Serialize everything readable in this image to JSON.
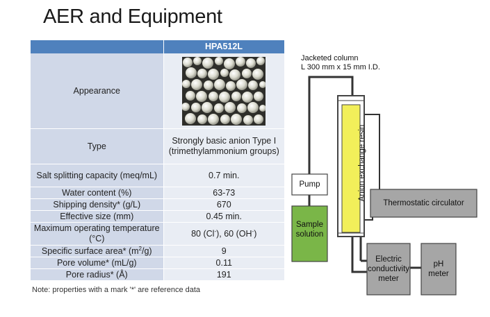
{
  "title": "AER and Equipment",
  "table": {
    "header": {
      "label": "",
      "product": "HPA512L"
    },
    "rows": {
      "appearance": {
        "label": "Appearance",
        "image": "resin-beads-photo"
      },
      "type": {
        "label": "Type",
        "value": "Strongly basic anion Type I (trimethylammonium groups)"
      },
      "salt_splitting": {
        "label": "Salt splitting capacity (meq/mL)",
        "value": "0.7 min."
      },
      "water_content": {
        "label": "Water content (%)",
        "value": "63-73"
      },
      "shipping_density": {
        "label": "Shipping density* (g/L)",
        "value": "670"
      },
      "effective_size": {
        "label": "Effective size (mm)",
        "value": "0.45 min."
      },
      "max_temp": {
        "label": "Maximum operating temperature (°C)",
        "value_parts": [
          "80 (Cl",
          "-",
          "), 60 (OH",
          "-",
          ")"
        ]
      },
      "surface_area": {
        "label_parts": [
          "Specific surface area* (m",
          "2",
          "/g)"
        ],
        "value": "9"
      },
      "pore_volume": {
        "label": "Pore volume* (mL/g)",
        "value": "0.11"
      },
      "pore_radius": {
        "label": "Pore radius* (Å)",
        "value": "191"
      }
    }
  },
  "note": "Note: properties with a mark '*' are reference data",
  "diagram": {
    "column_label_line1": "Jacketed column",
    "column_label_line2": "L 300 mm x 15 mm I.D.",
    "pump": "Pump",
    "sample_line1": "Sample",
    "sample_line2": "solution",
    "resin": "Anion exchange resin",
    "thermostat": "Thermostatic circulator",
    "conductivity_line1": "Electric",
    "conductivity_line2": "conductivity",
    "conductivity_line3": "meter",
    "ph_line1": "pH",
    "ph_line2": "meter"
  },
  "colors": {
    "table_header": "#4f81bd",
    "table_label_cell": "#d0d8e8",
    "table_value_cell": "#e9edf4",
    "sample_green": "#7ab648",
    "resin_yellow": "#f2ef5a",
    "equipment_gray": "#a6a6a6"
  }
}
